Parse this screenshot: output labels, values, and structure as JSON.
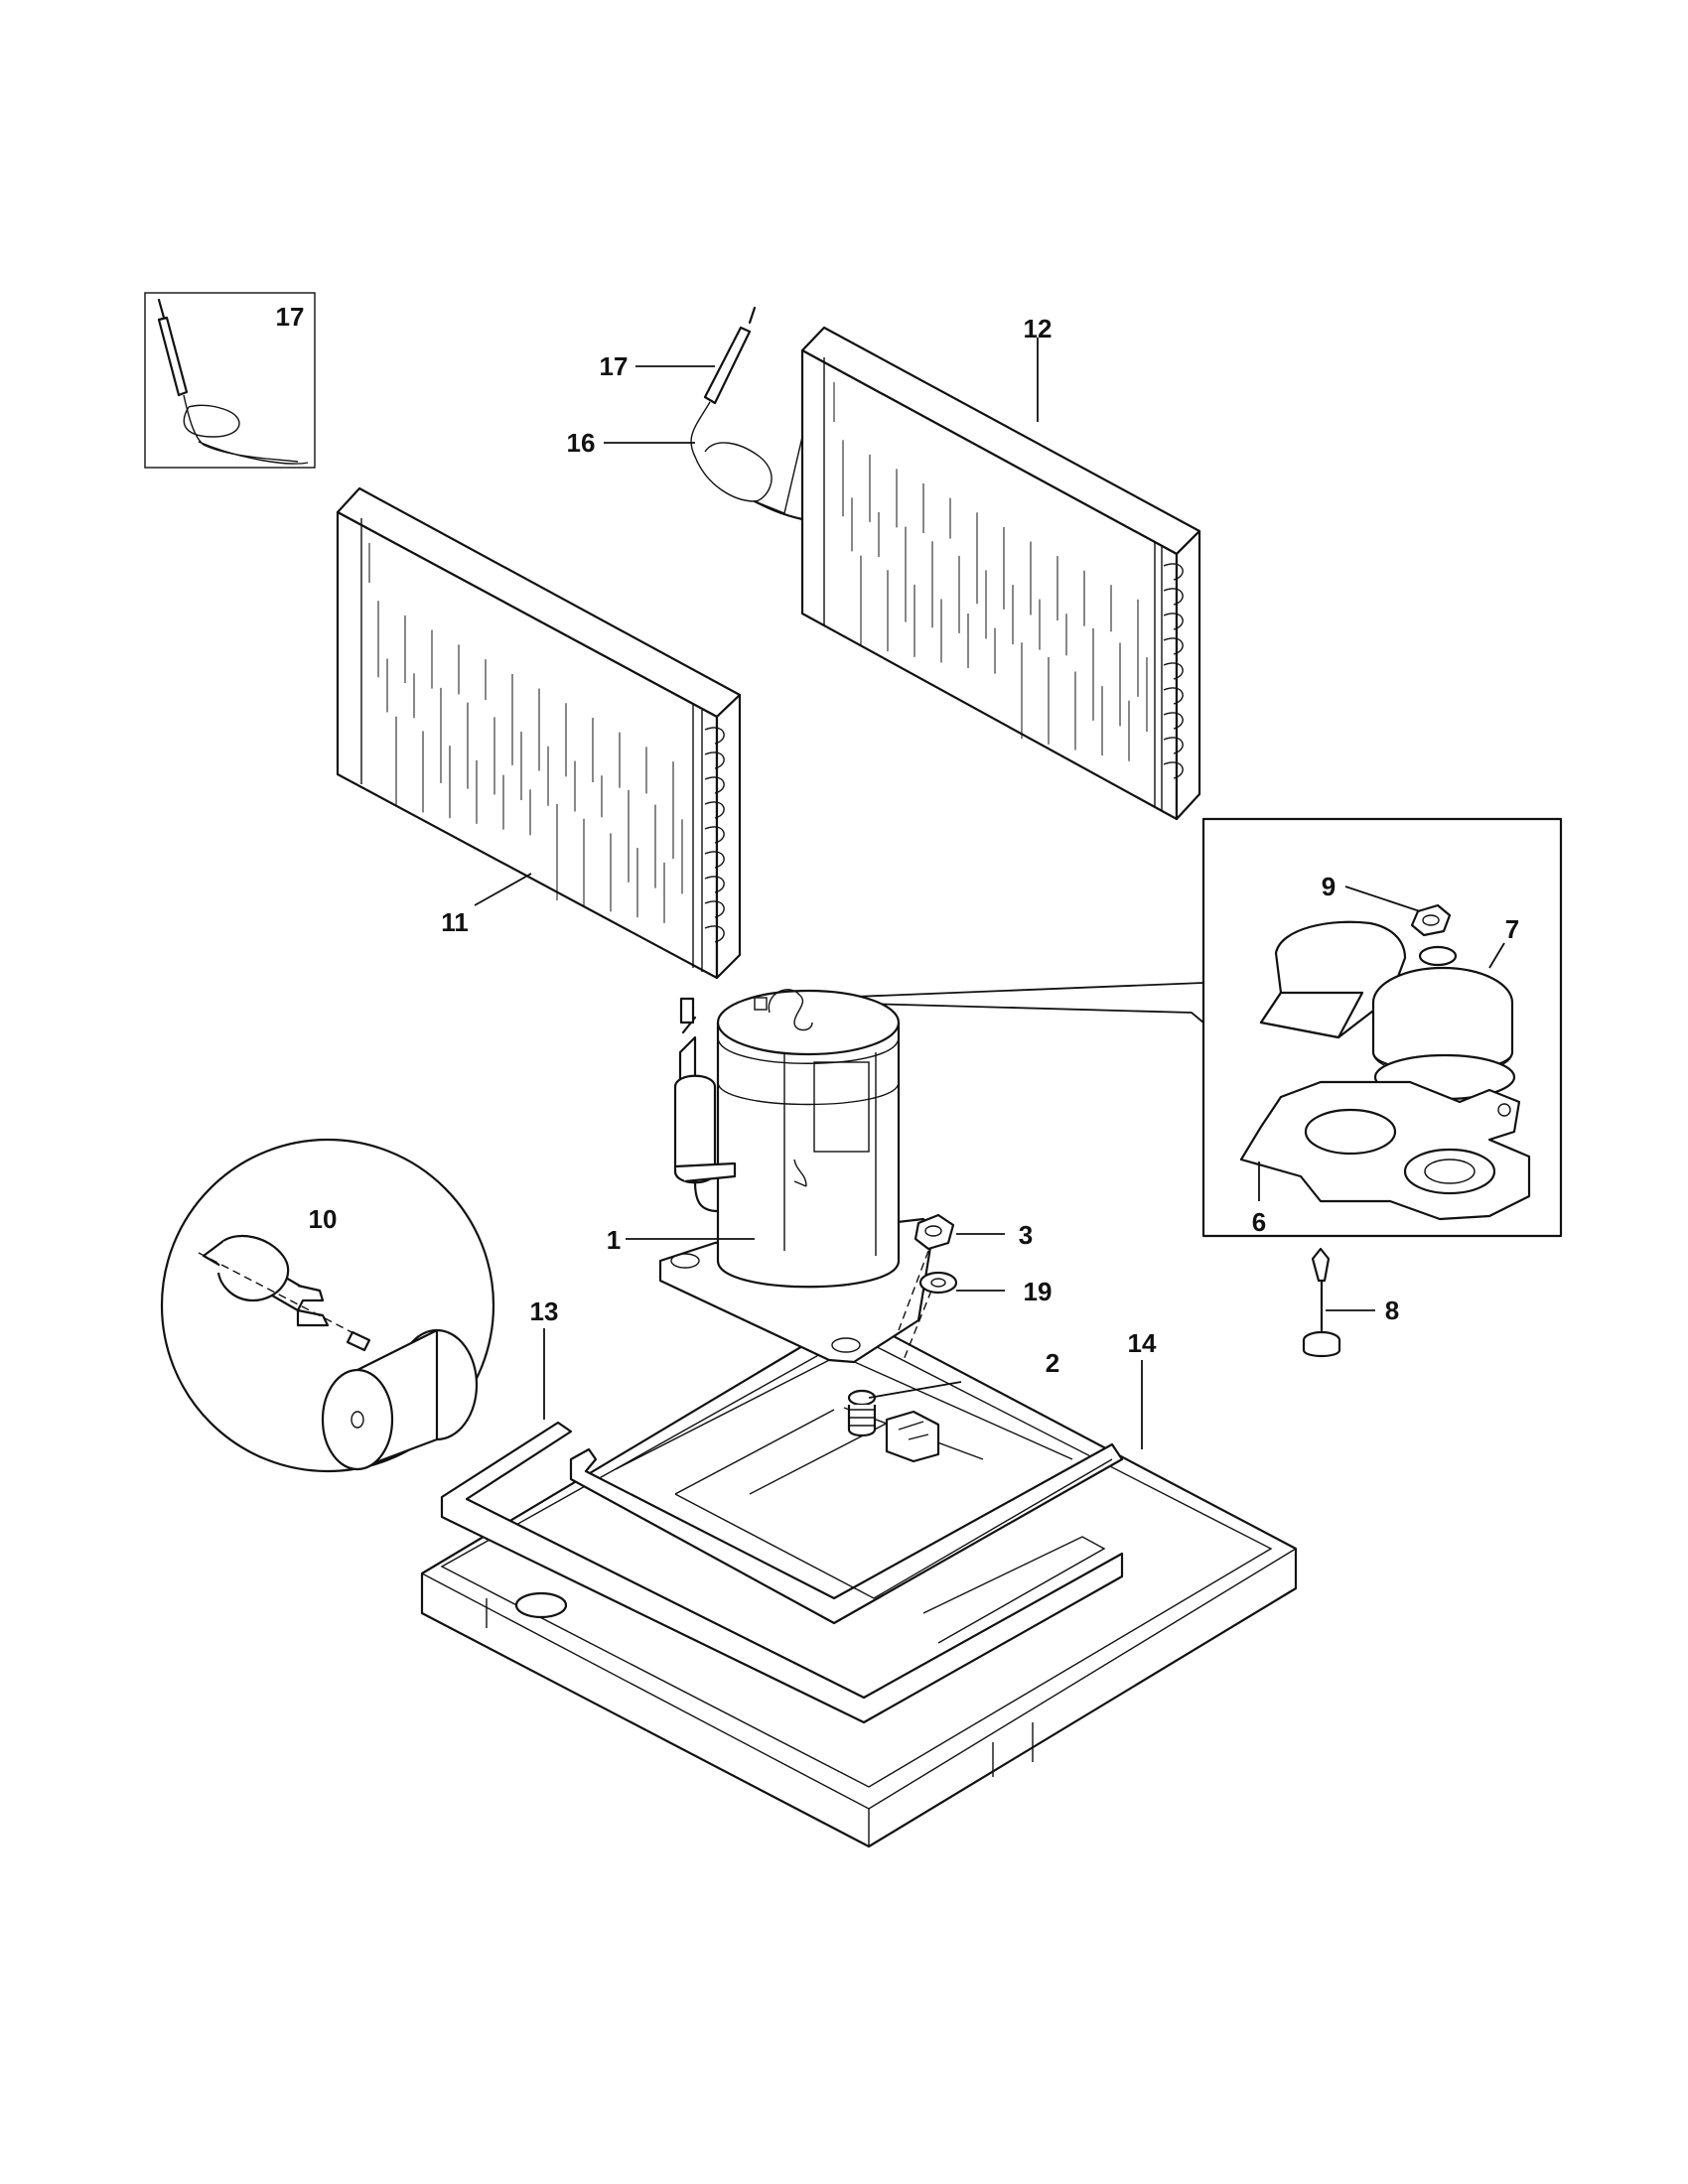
{
  "diagram": {
    "callouts": {
      "c1": "1",
      "c2": "2",
      "c3": "3",
      "c6": "6",
      "c7": "7",
      "c8": "8",
      "c9": "9",
      "c10": "10",
      "c11": "11",
      "c12": "12",
      "c13": "13",
      "c14": "14",
      "c16": "16",
      "c17_inset": "17",
      "c17": "17",
      "c19": "19"
    },
    "parts": [
      {
        "callout": "1",
        "icon": "compressor-icon"
      },
      {
        "callout": "2",
        "icon": "grommet-spring-icon"
      },
      {
        "callout": "3",
        "icon": "nut-icon"
      },
      {
        "callout": "6",
        "icon": "gasket-icon"
      },
      {
        "callout": "7",
        "icon": "terminal-cover-icon"
      },
      {
        "callout": "8",
        "icon": "clip-icon"
      },
      {
        "callout": "9",
        "icon": "nut-icon"
      },
      {
        "callout": "10",
        "icon": "capacitor-clamp-icon"
      },
      {
        "callout": "11",
        "icon": "evaporator-coil-icon"
      },
      {
        "callout": "12",
        "icon": "condenser-coil-icon"
      },
      {
        "callout": "13",
        "icon": "drain-pan-icon"
      },
      {
        "callout": "14",
        "icon": "base-pan-icon"
      },
      {
        "callout": "16",
        "icon": "capillary-tube-icon"
      },
      {
        "callout": "17",
        "icon": "strainer-icon"
      },
      {
        "callout": "19",
        "icon": "washer-icon"
      }
    ]
  }
}
